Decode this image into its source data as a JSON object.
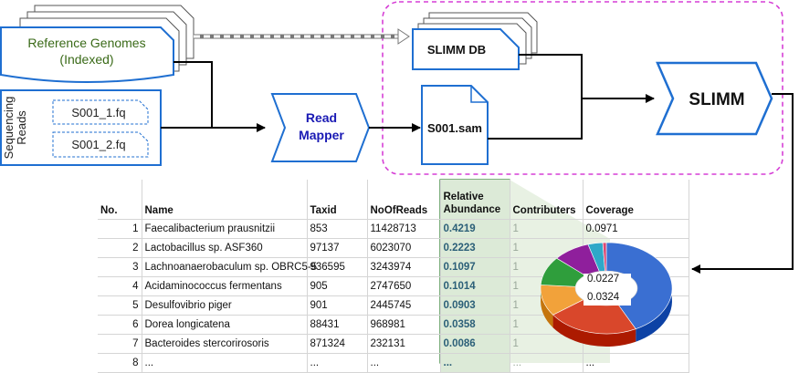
{
  "inputs": {
    "reference_genomes": {
      "line1": "Reference Genomes",
      "line2": "(Indexed)"
    },
    "sequencing_reads": {
      "label_line1": "Sequencing",
      "label_line2": "Reads",
      "files": [
        "S001_1.fq",
        "S001_2.fq"
      ]
    }
  },
  "process": {
    "read_mapper": {
      "line1": "Read",
      "line2": "Mapper"
    },
    "slimm_db": "SLIMM DB",
    "sam_file": "S001.sam",
    "slimm": "SLIMM"
  },
  "table": {
    "headers": {
      "no": "No.",
      "name": "Name",
      "taxid": "Taxid",
      "reads": "NoOfReads",
      "abundance_line1": "Relative",
      "abundance_line2": "Abundance",
      "contributers": "Contributers",
      "coverage": "Coverage"
    },
    "rows": [
      {
        "no": "1",
        "name": "Faecalibacterium prausnitzii",
        "taxid": "853",
        "reads": "11428713",
        "abundance": "0.4219",
        "contributers": "1",
        "coverage": "0.0971"
      },
      {
        "no": "2",
        "name": "Lactobacillus sp. ASF360",
        "taxid": "97137",
        "reads": "6023070",
        "abundance": "0.2223",
        "contributers": "1",
        "coverage": ""
      },
      {
        "no": "3",
        "name": "Lachnoanaerobaculum sp. OBRC5-5",
        "taxid": "936595",
        "reads": "3243974",
        "abundance": "0.1097",
        "contributers": "1",
        "coverage": ""
      },
      {
        "no": "4",
        "name": "Acidaminococcus fermentans",
        "taxid": "905",
        "reads": "2747650",
        "abundance": "0.1014",
        "contributers": "1",
        "coverage": "0.0227"
      },
      {
        "no": "5",
        "name": "Desulfovibrio piger",
        "taxid": "901",
        "reads": "2445745",
        "abundance": "0.0903",
        "contributers": "1",
        "coverage": "0.0324"
      },
      {
        "no": "6",
        "name": "Dorea longicatena",
        "taxid": "88431",
        "reads": "968981",
        "abundance": "0.0358",
        "contributers": "1",
        "coverage": ""
      },
      {
        "no": "7",
        "name": "Bacteroides stercorirosoris",
        "taxid": "871324",
        "reads": "232131",
        "abundance": "0.0086",
        "contributers": "1",
        "coverage": ""
      },
      {
        "no": "8",
        "name": "...",
        "taxid": "...",
        "reads": "...",
        "abundance": "...",
        "contributers": "...",
        "coverage": "..."
      }
    ]
  },
  "chart_data": {
    "type": "pie",
    "values": [
      0.4219,
      0.2223,
      0.1097,
      0.1014,
      0.0903,
      0.0358,
      0.0086
    ],
    "colors": [
      "#3a6fd2",
      "#d9472b",
      "#f2a23a",
      "#2f9e3c",
      "#8f1f9c",
      "#2fa8c8",
      "#d94873"
    ]
  }
}
